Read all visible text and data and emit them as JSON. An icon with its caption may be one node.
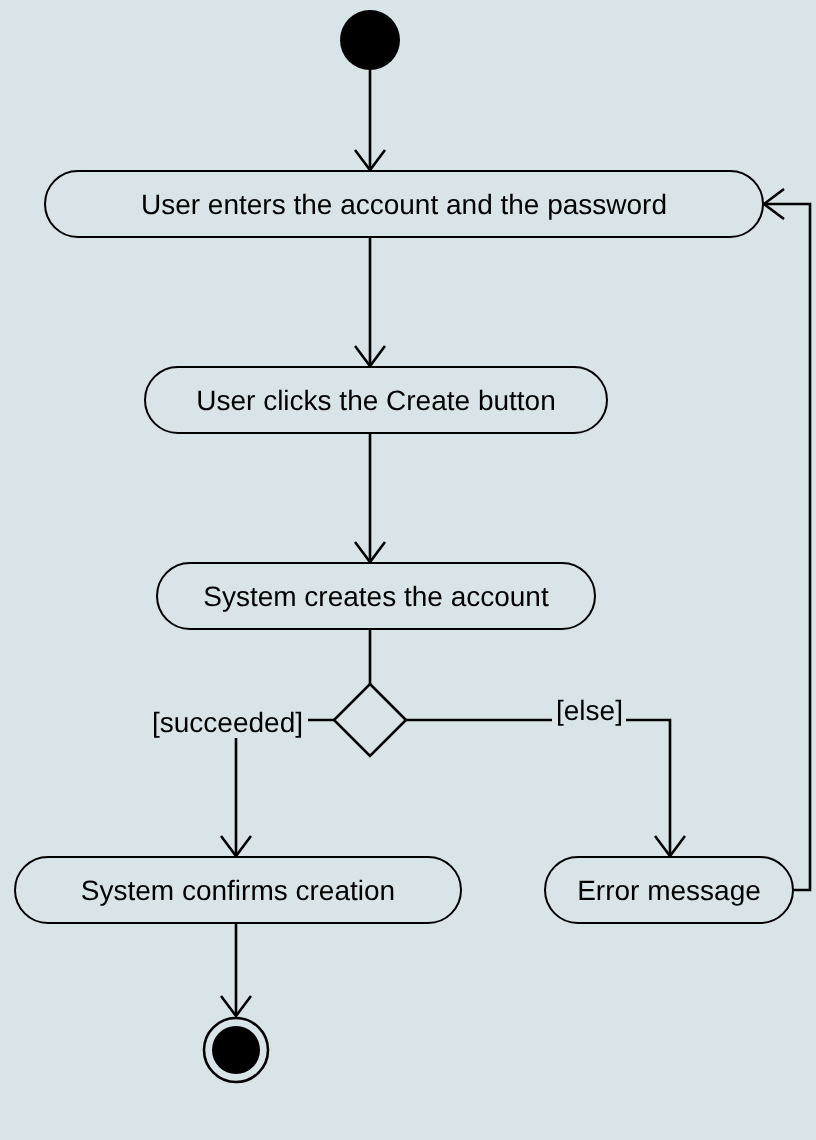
{
  "diagram": {
    "nodes": [
      {
        "text": [],
        "shape": "circle"
      },
      {
        "text": [
          "User enters the account and the password"
        ]
      },
      {
        "text": [
          "User clicks the Create button"
        ]
      },
      {
        "text": [
          "System creates the account"
        ]
      },
      {
        "text": [],
        "shape": "diamond"
      },
      {
        "text": [
          "System confirms creation"
        ]
      },
      {
        "text": [
          "Error message"
        ]
      },
      {
        "text": [],
        "shape": "circle"
      }
    ],
    "edges": [
      {
        "from": 0,
        "to": 1,
        "arrow": "to"
      },
      {
        "from": 1,
        "to": 2,
        "arrow": "to"
      },
      {
        "from": 2,
        "to": 3,
        "arrow": "to"
      },
      {
        "from": 3,
        "to": 4,
        "arrow": "none"
      },
      {
        "from": 4,
        "to": 5,
        "label": "[succeeded]",
        "arrow": "to"
      },
      {
        "from": 4,
        "to": 6,
        "label": "[else]",
        "arrow": "to"
      },
      {
        "from": 5,
        "to": 7,
        "arrow": "to"
      },
      {
        "from": 6,
        "to": 1,
        "arrow": "to"
      }
    ]
  }
}
